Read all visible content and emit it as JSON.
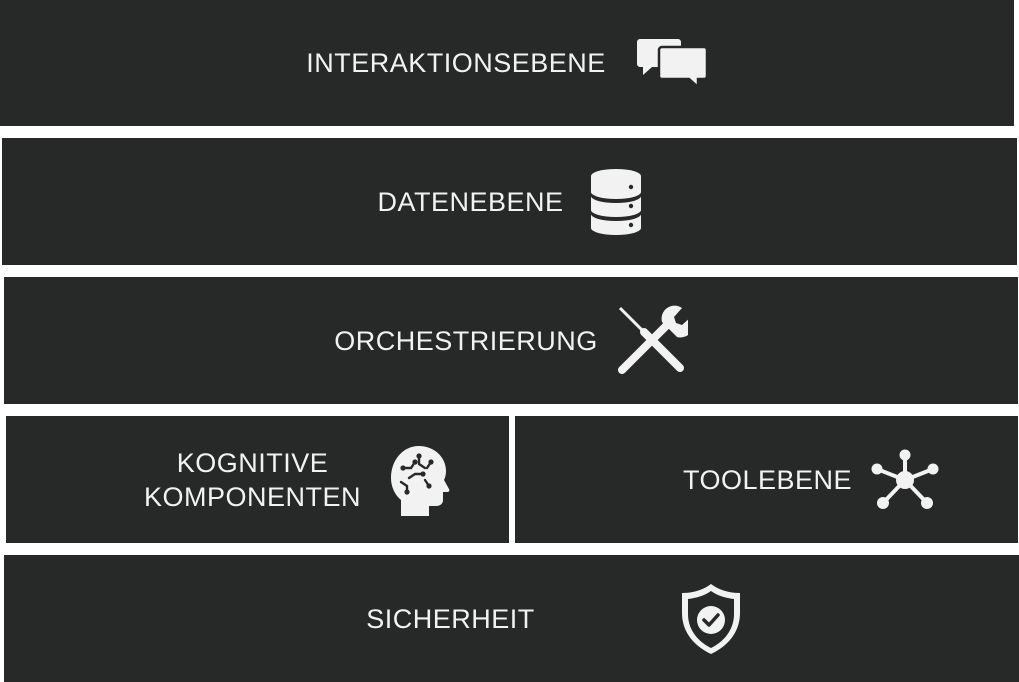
{
  "layers": {
    "interaction": {
      "label": "INTERAKTIONSEBENE",
      "icon": "chat-bubbles-icon"
    },
    "data": {
      "label": "DATENEBENE",
      "icon": "database-icon"
    },
    "orchestration": {
      "label": "ORCHESTRIERUNG",
      "icon": "tools-icon"
    },
    "cognitive": {
      "label_line1": "KOGNITIVE",
      "label_line2": "KOMPONENTEN",
      "icon": "brain-head-icon"
    },
    "tools": {
      "label": "TOOLEBENE",
      "icon": "network-hub-icon"
    },
    "security": {
      "label": "SICHERHEIT",
      "icon": "shield-check-icon"
    }
  },
  "colors": {
    "layer_background": "#272828",
    "text": "#f2f2f2",
    "page_background": "#ffffff"
  }
}
